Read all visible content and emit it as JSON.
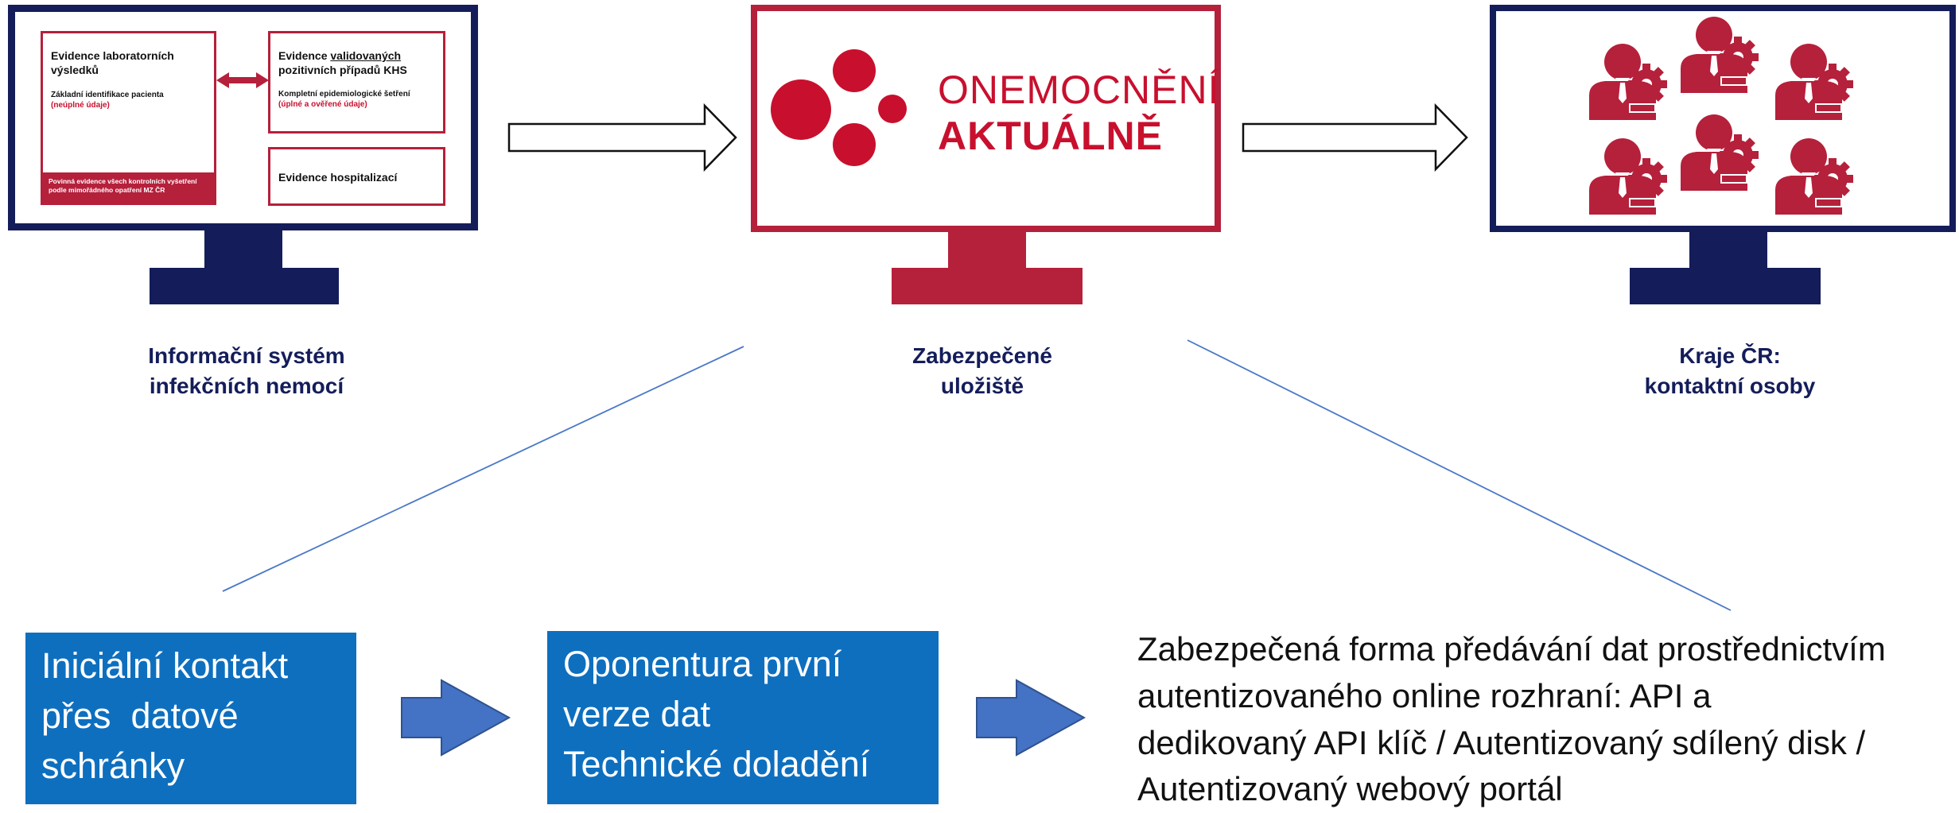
{
  "monitor_left": {
    "box_lab": {
      "title": "Evidence laboratorních výsledků",
      "sub": "Základní identifikace pacienta",
      "sub_red": "(neúplné údaje)",
      "footer": "Povinná evidence všech kontrolních vyšetření podle mimořádného opatření MZ ČR"
    },
    "box_val": {
      "title_pre": "Evidence ",
      "title_under": "validovaných",
      "title_post": "pozitivních případů KHS",
      "sub": "Kompletní epidemiologické šetření",
      "sub_red": "(úplné a ověřené údaje)"
    },
    "box_hosp": {
      "title": "Evidence hospitalizací"
    },
    "caption_line1": "Informační systém",
    "caption_line2": "infekčních nemocí"
  },
  "monitor_center": {
    "logo_line1": "ONEMOCNĚNÍ",
    "logo_line2": "AKTUÁLNĚ",
    "caption_line1": "Zabezpečené",
    "caption_line2": "uložiště"
  },
  "monitor_right": {
    "caption_line1": "Kraje ČR:",
    "caption_line2": "kontaktní osoby"
  },
  "process": {
    "step1": [
      "Iniciální kontakt",
      "přes  datové",
      "schránky"
    ],
    "step2": [
      "Oponentura první",
      "verze dat",
      "Technické doladění"
    ],
    "step3": [
      "Zabezpečená forma předávání dat prostřednictvím",
      "autentizovaného online rozhraní: API a",
      "dedikovaný API klíč / Autentizovaný sdílený disk /",
      "Autentizovaný webový portál"
    ]
  },
  "colors": {
    "navy": "#141d5a",
    "crimson": "#b5203b",
    "logo_red": "#c8102e",
    "blue_box": "#0e6fbf",
    "arrow_blue": "#4472c4"
  }
}
